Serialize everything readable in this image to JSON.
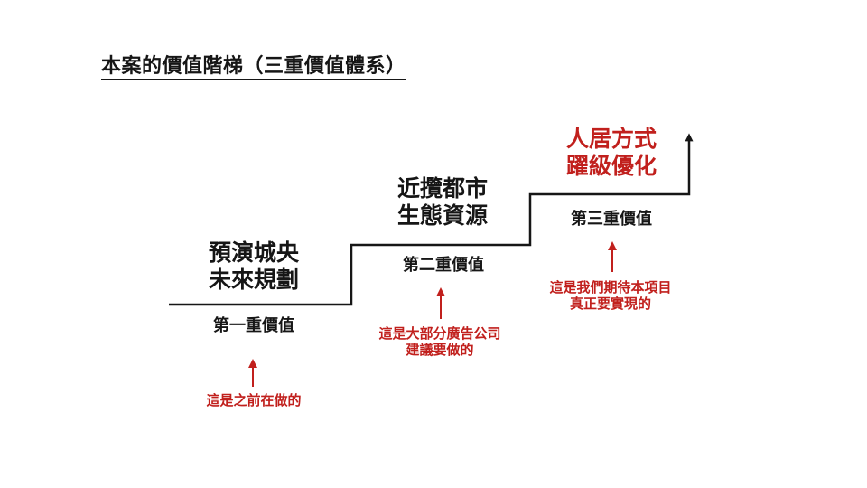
{
  "title": "本案的價值階梯（三重價值體系）",
  "colors": {
    "accent_red": "#C1201D",
    "ink_black": "#161616"
  },
  "steps": [
    {
      "headline": [
        "預演城央",
        "未來規劃"
      ],
      "label": "第一重價值",
      "note": [
        "這是之前在做的",
        ""
      ]
    },
    {
      "headline": [
        "近攬都市",
        "生態資源"
      ],
      "label": "第二重價值",
      "note": [
        "這是大部分廣告公司",
        "建議要做的"
      ]
    },
    {
      "headline": [
        "人居方式",
        "躍級優化"
      ],
      "label": "第三重價值",
      "note": [
        "這是我們期待本項目",
        "真正要實現的"
      ]
    }
  ]
}
